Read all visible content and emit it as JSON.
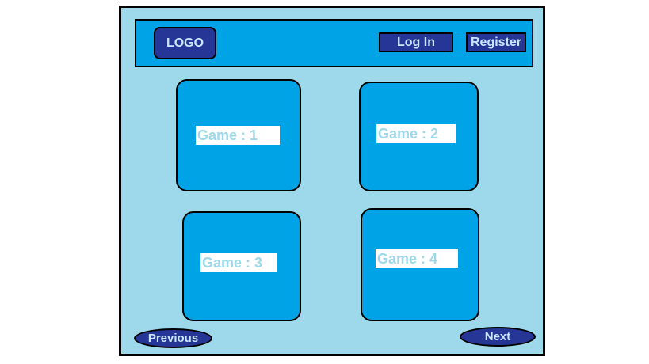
{
  "header": {
    "logo": "LOGO",
    "login_label": "Log In",
    "register_label": "Register"
  },
  "games": [
    {
      "label": "Game : 1"
    },
    {
      "label": "Game : 2"
    },
    {
      "label": "Game : 3"
    },
    {
      "label": "Game : 4"
    }
  ],
  "pagination": {
    "previous_label": "Previous",
    "next_label": "Next"
  },
  "colors": {
    "frame_background": "#9dd9ea",
    "header_background": "#00a3e6",
    "button_background": "#263696",
    "button_text": "#c9e6ff",
    "card_label_text": "#9dd9ea"
  }
}
